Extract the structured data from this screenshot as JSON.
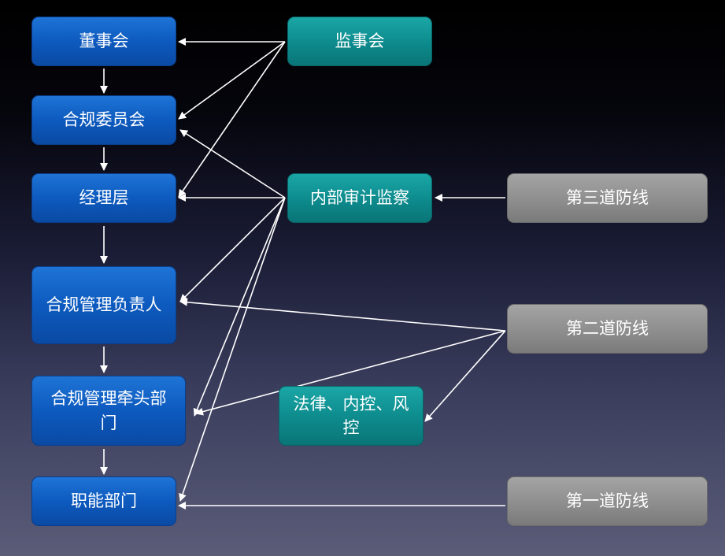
{
  "org": {
    "board": "董事会",
    "compliance_committee": "合规委员会",
    "management": "经理层",
    "compliance_officer": "合规管理负责人",
    "lead_department": "合规管理牵头部门",
    "functional_departments": "职能部门"
  },
  "oversight": {
    "supervisory_board": "监事会",
    "internal_audit": "内部审计监察",
    "legal_control": "法律、内控、风控"
  },
  "defense_lines": {
    "third": "第三道防线",
    "second": "第二道防线",
    "first": "第一道防线"
  }
}
